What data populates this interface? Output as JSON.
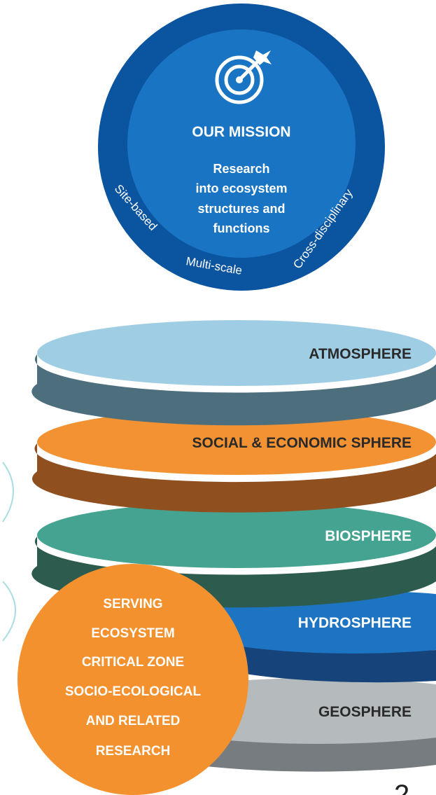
{
  "mission": {
    "title": "OUR MISSION",
    "body_lines": [
      "Research",
      "into ecosystem",
      "structures and",
      "functions"
    ],
    "ring_labels": {
      "left": "Site-based",
      "bottom": "Multi-scale",
      "right": "Cross-disciplinary"
    },
    "icon": "target-arrow-icon",
    "colors": {
      "outer_ring": "#0b54a0",
      "inner_disc": "#1a74c4",
      "text": "#ffffff"
    }
  },
  "spheres": [
    {
      "label": "ATMOSPHERE",
      "top_color": "#9fcee4",
      "side_color": "#4d6f7d",
      "text_color": "#2a2a2a"
    },
    {
      "label": "SOCIAL & ECONOMIC SPHERE",
      "top_color": "#f39232",
      "side_color": "#8f4f1f",
      "text_color": "#2a2a2a"
    },
    {
      "label": "BIOSPHERE",
      "top_color": "#45a391",
      "side_color": "#2d5c4e",
      "text_color": "#ffffff"
    },
    {
      "label": "HYDROSPHERE",
      "top_color": "#1d74c2",
      "side_color": "#16437a",
      "text_color": "#ffffff"
    },
    {
      "label": "GEOSPHERE",
      "top_color": "#b5bbbc",
      "side_color": "#777c80",
      "text_color": "#2a2a2a"
    }
  ],
  "research_circle": {
    "lines": [
      "SERVING",
      "ECOSYSTEM",
      "CRITICAL ZONE",
      "SOCIO-ECOLOGICAL",
      "AND RELATED",
      "RESEARCH"
    ],
    "color": "#f4912f",
    "text_color": "#ffffff"
  },
  "page_number": "2"
}
